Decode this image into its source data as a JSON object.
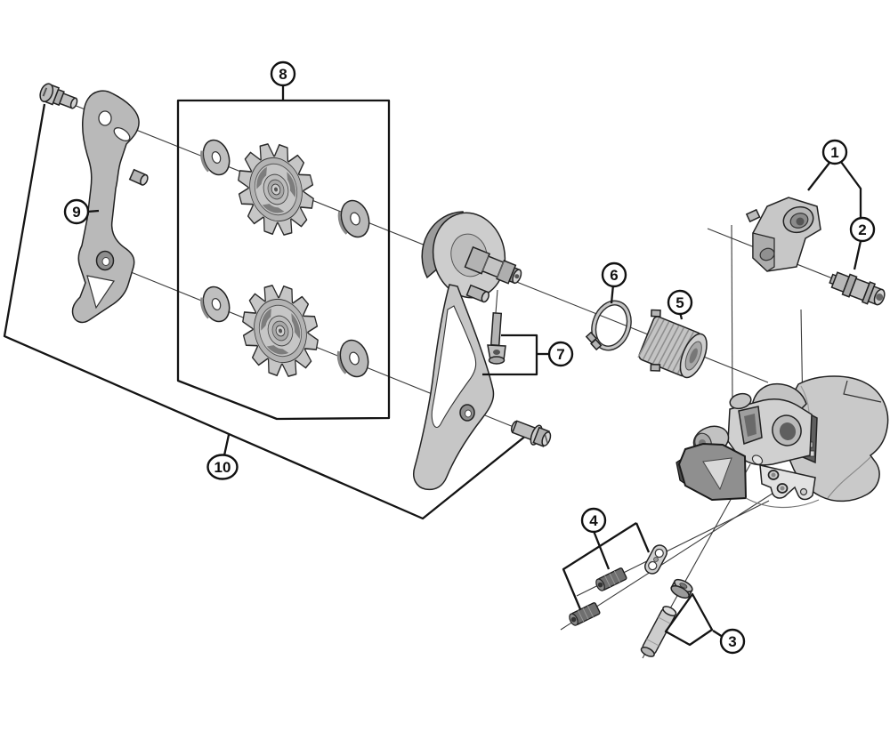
{
  "figure": {
    "type": "exploded-parts-diagram",
    "subject": "bicycle rear derailleur exploded view"
  },
  "callouts": [
    {
      "label": "1"
    },
    {
      "label": "2"
    },
    {
      "label": "3"
    },
    {
      "label": "4"
    },
    {
      "label": "5"
    },
    {
      "label": "6"
    },
    {
      "label": "7"
    },
    {
      "label": "8"
    },
    {
      "label": "9"
    },
    {
      "label": "10"
    }
  ],
  "colors": {
    "background": "#ffffff",
    "line": "#1a1a1a",
    "part_light": "#cdcdcd",
    "part_mid": "#b5b5b5",
    "part_dark": "#6f6f6f"
  }
}
